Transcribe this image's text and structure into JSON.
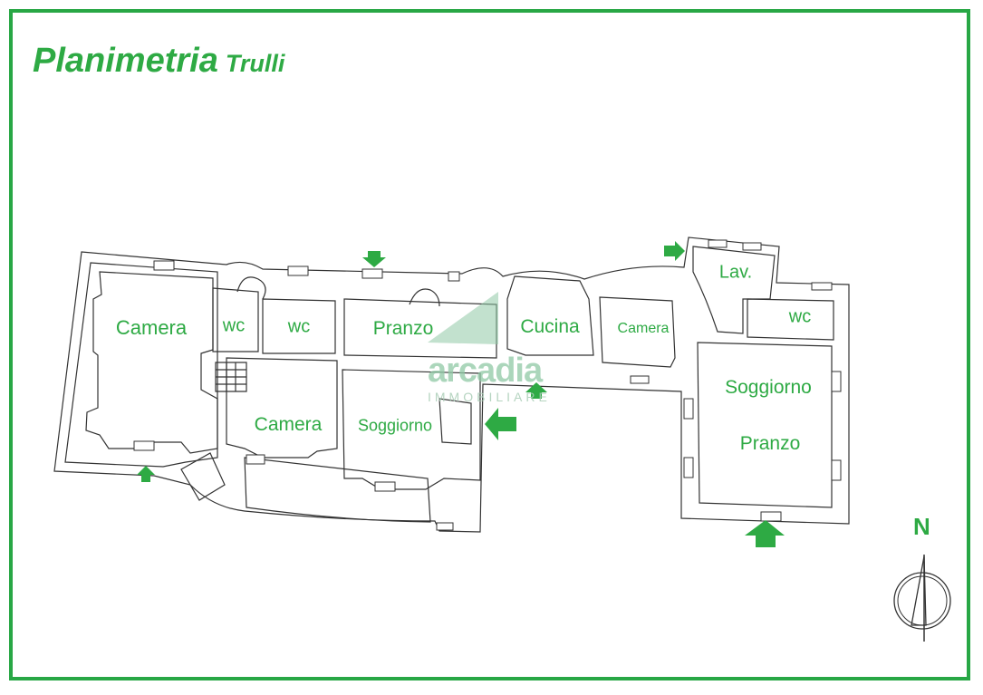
{
  "title": {
    "main": "Planimetria",
    "sub": "Trulli"
  },
  "rooms": [
    "Camera",
    "wc",
    "wc",
    "Pranzo",
    "Cucina",
    "Camera",
    "Lav.",
    "wc",
    "Camera",
    "Soggiorno",
    "Soggiorno",
    "Pranzo"
  ],
  "watermark": {
    "name": "arcadia",
    "tagline": "IMMOBILIARE"
  },
  "compass": {
    "label": "N"
  },
  "colors": {
    "accent": "#2eaa44",
    "frame": "#28a745",
    "walls": "#333333",
    "watermark": "#8fc9a5"
  }
}
